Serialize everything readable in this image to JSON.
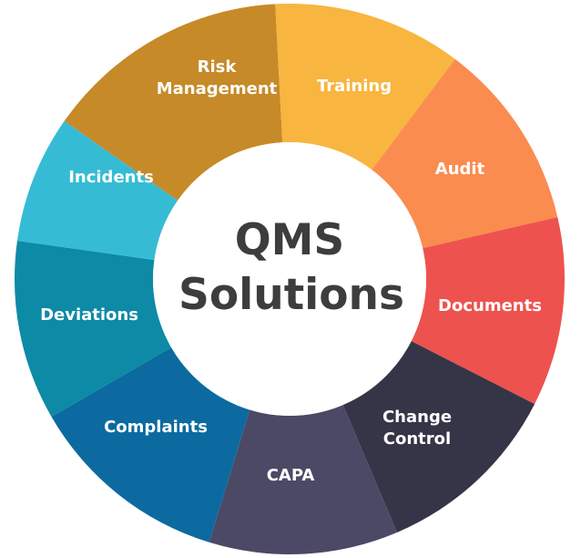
{
  "center": {
    "line1": "QMS",
    "line2": "Solutions"
  },
  "segments": [
    {
      "label": "Risk Management",
      "lines": [
        "Risk",
        "Management"
      ],
      "color": "#c68a28"
    },
    {
      "label": "Training",
      "lines": [
        "Training"
      ],
      "color": "#f8b53f"
    },
    {
      "label": "Audit",
      "lines": [
        "Audit"
      ],
      "color": "#fb8c4f"
    },
    {
      "label": "Documents",
      "lines": [
        "Documents"
      ],
      "color": "#ee524f"
    },
    {
      "label": "Change Control",
      "lines": [
        "Change",
        "Control"
      ],
      "color": "#363548"
    },
    {
      "label": "CAPA",
      "lines": [
        "CAPA"
      ],
      "color": "#4b4965"
    },
    {
      "label": "Complaints",
      "lines": [
        "Complaints"
      ],
      "color": "#0c6aa0"
    },
    {
      "label": "Deviations",
      "lines": [
        "Deviations"
      ],
      "color": "#0d8aa6"
    },
    {
      "label": "Incidents",
      "lines": [
        "Incidents"
      ],
      "color": "#35bcd4"
    }
  ]
}
